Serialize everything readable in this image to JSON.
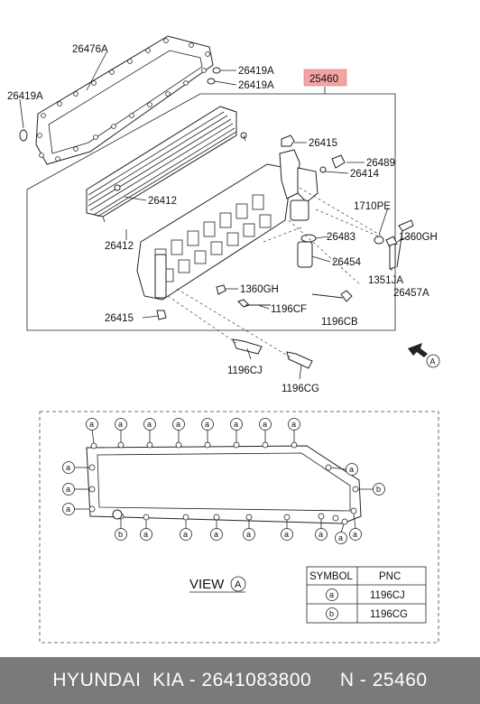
{
  "callouts": {
    "gasket_top": "26476A",
    "oring_left": "26419A",
    "oring_r1": "26419A",
    "oring_r2": "26419A",
    "assembly": "25460",
    "bolt_top": "26415",
    "plug": "26489",
    "oring_small": "26414",
    "oring_mid": "26412",
    "oring_lower": "26412",
    "valve": "1710PE",
    "seal": "26483",
    "nut_right": "1360GH",
    "filter": "26454",
    "washer": "1351JA",
    "bolt_right": "26457A",
    "nut_lower": "1360GH",
    "bolt_cf": "1196CF",
    "bolt_cb": "1196CB",
    "bolt_left": "26415",
    "bolt_cj": "1196CJ",
    "bolt_cg": "1196CG",
    "view_ref": "A"
  },
  "view": {
    "label": "VIEW",
    "symbol": "A"
  },
  "symbols": {
    "a": "a",
    "b": "b"
  },
  "table": {
    "headers": [
      "SYMBOL",
      "PNC"
    ],
    "rows": [
      {
        "symbol": "a",
        "pnc": "1196CJ"
      },
      {
        "symbol": "b",
        "pnc": "1196CG"
      }
    ]
  },
  "footer": {
    "text": "HYUNDAI  KIA - 2641083800     N - 25460"
  },
  "colors": {
    "highlight": "#f4a3a3",
    "footer_bg": "#7a7a7a"
  }
}
